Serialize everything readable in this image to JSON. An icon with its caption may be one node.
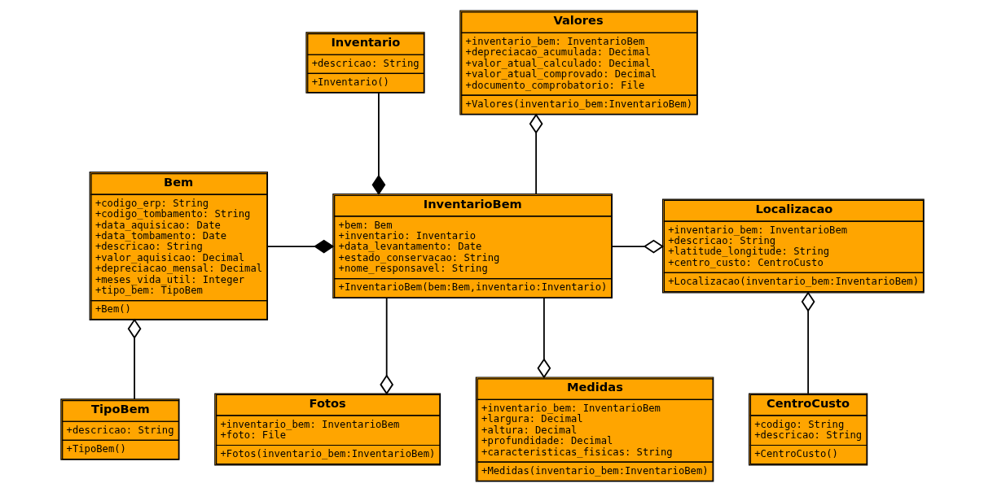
{
  "diagram": {
    "nodes": [
      {
        "text": [
          "Inventario",
          "+descricao: String",
          "+Inventario()"
        ]
      },
      {
        "text": [
          "Valores",
          "+inventario_bem: InventarioBem",
          "+depreciacao_acumulada: Decimal",
          "+valor_atual_calculado: Decimal",
          "+valor_atual_comprovado: Decimal",
          "+documento_comprobatorio: File",
          "+Valores(inventario_bem:InventarioBem)"
        ]
      },
      {
        "text": [
          "Bem",
          "+codigo_erp: String",
          "+codigo_tombamento: String",
          "+data_aquisicao: Date",
          "+data_tombamento: Date",
          "+descricao: String",
          "+valor_aquisicao: Decimal",
          "+depreciacao_mensal: Decimal",
          "+meses_vida_util: Integer",
          "+tipo_bem: TipoBem",
          "+Bem()"
        ]
      },
      {
        "text": [
          "InventarioBem",
          "+bem: Bem",
          "+inventario: Inventario",
          "+data_levantamento: Date",
          "+estado_conservacao: String",
          "+nome_responsavel: String",
          "+InventarioBem(bem:Bem,inventario:Inventario)"
        ]
      },
      {
        "text": [
          "Localizacao",
          "+inventario_bem: InventarioBem",
          "+descricao: String",
          "+latitude_longitude: String",
          "+centro_custo: CentroCusto",
          "+Localizacao(inventario_bem:InventarioBem)"
        ]
      },
      {
        "text": [
          "TipoBem",
          "+descricao: String",
          "+TipoBem()"
        ]
      },
      {
        "text": [
          "CentroCusto",
          "+codigo: String",
          "+descricao: String",
          "+CentroCusto()"
        ]
      },
      {
        "text": [
          "Fotos",
          "+inventario_bem: InventarioBem",
          "+foto: File",
          "+Fotos(inventario_bem:InventarioBem)"
        ]
      },
      {
        "text": [
          "Medidas",
          "+inventario_bem: InventarioBem",
          "+largura: Decimal",
          "+altura: Decimal",
          "+profundidade: Decimal",
          "+caracteristicas_fisicas: String",
          "+Medidas(inventario_bem:InventarioBem)"
        ]
      }
    ],
    "edges": [
      {
        "from": 0,
        "to": 3,
        "arrow": "other"
      },
      {
        "from": 3,
        "to": 1,
        "arrow": "other"
      },
      {
        "from": 2,
        "to": 3,
        "arrow": "other"
      },
      {
        "from": 3,
        "to": 4,
        "arrow": "other"
      },
      {
        "from": 5,
        "to": 2,
        "arrow": "other"
      },
      {
        "from": 6,
        "to": 4,
        "arrow": "other"
      },
      {
        "from": 3,
        "to": 7,
        "arrow": "other"
      },
      {
        "from": 3,
        "to": 8,
        "arrow": "other"
      }
    ]
  }
}
